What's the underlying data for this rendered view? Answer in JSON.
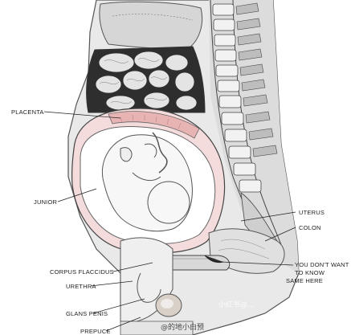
{
  "labels": {
    "placenta": "PLACENTA",
    "junior": "JUNIOR",
    "uterus": "UTERUS",
    "colon": "COLON",
    "you_dont_want": "YOU DON'T WANT",
    "to_know": "TO KNOW",
    "same_here": "SAME HERE",
    "corpus_flaccidus": "CORPUS FLACCIDUS",
    "urethra": "URETHRA",
    "glans_penis": "GLANS PENIS",
    "prepuce": "PREPUCE"
  },
  "watermarks": {
    "faint": "小红书@...",
    "handle": "@的地小白预"
  }
}
